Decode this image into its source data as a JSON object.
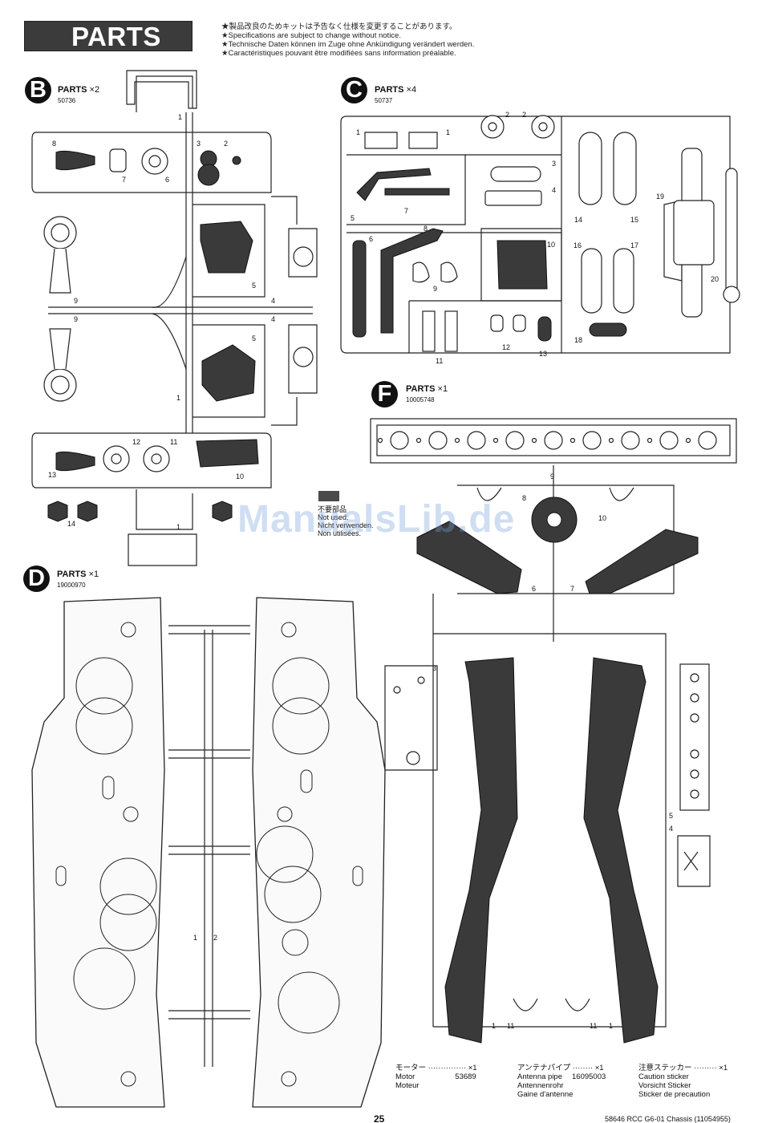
{
  "header": {
    "title": "PARTS",
    "notes": [
      "★製品改良のためキットは予告なく仕様を変更することがあります。",
      "★Specifications are subject to change without notice.",
      "★Technische Daten können im Zuge ohne Ankündigung verändert werden.",
      "★Caractéristiques pouvant être modifiées sans information préalable."
    ]
  },
  "sprues": {
    "B": {
      "letter": "B",
      "label": "PARTS",
      "qty": "×2",
      "code": "50736",
      "numbers": [
        "1",
        "8",
        "7",
        "6",
        "3",
        "2",
        "5",
        "9",
        "9",
        "4",
        "4",
        "5",
        "1",
        "12",
        "11",
        "13",
        "10",
        "14",
        "1"
      ]
    },
    "C": {
      "letter": "C",
      "label": "PARTS",
      "qty": "×4",
      "code": "50737",
      "numbers": [
        "1",
        "1",
        "2",
        "2",
        "3",
        "4",
        "5",
        "7",
        "6",
        "8",
        "9",
        "10",
        "14",
        "15",
        "16",
        "17",
        "19",
        "20",
        "11",
        "12",
        "13",
        "18"
      ]
    },
    "F": {
      "letter": "F",
      "label": "PARTS",
      "qty": "×1",
      "code": "10005748"
    },
    "D": {
      "letter": "D",
      "label": "PARTS",
      "qty": "×1",
      "code": "19000970",
      "numbers": [
        "1",
        "2"
      ]
    },
    "E": {
      "numbers": [
        "9",
        "8",
        "10",
        "6",
        "7",
        "3",
        "5",
        "4",
        "1",
        "11",
        "11",
        "1"
      ]
    }
  },
  "unused_legend": {
    "lines": [
      "不要部品",
      "Not used.",
      "Nicht verwenden.",
      "Non utilisées."
    ]
  },
  "watermark": "ManualsLib.de",
  "bottom_items": [
    {
      "ja": "モーター",
      "qty": "×1",
      "en": "Motor",
      "de": "Motor",
      "fr": "Moteur",
      "code": "53689"
    },
    {
      "ja": "アンテナパイプ",
      "qty": "×1",
      "en": "Antenna pipe",
      "de": "Antennenrohr",
      "fr": "Gaine d'antenne",
      "code": "16095003"
    },
    {
      "ja": "注意ステッカー",
      "qty": "×1",
      "en": "Caution sticker",
      "de": "Vorsicht Sticker",
      "fr": "Sticker de precaution",
      "code": ""
    }
  ],
  "footer": {
    "page_number": "25",
    "doc": "58646  RCC G6-01 Chassis (11054955)"
  }
}
